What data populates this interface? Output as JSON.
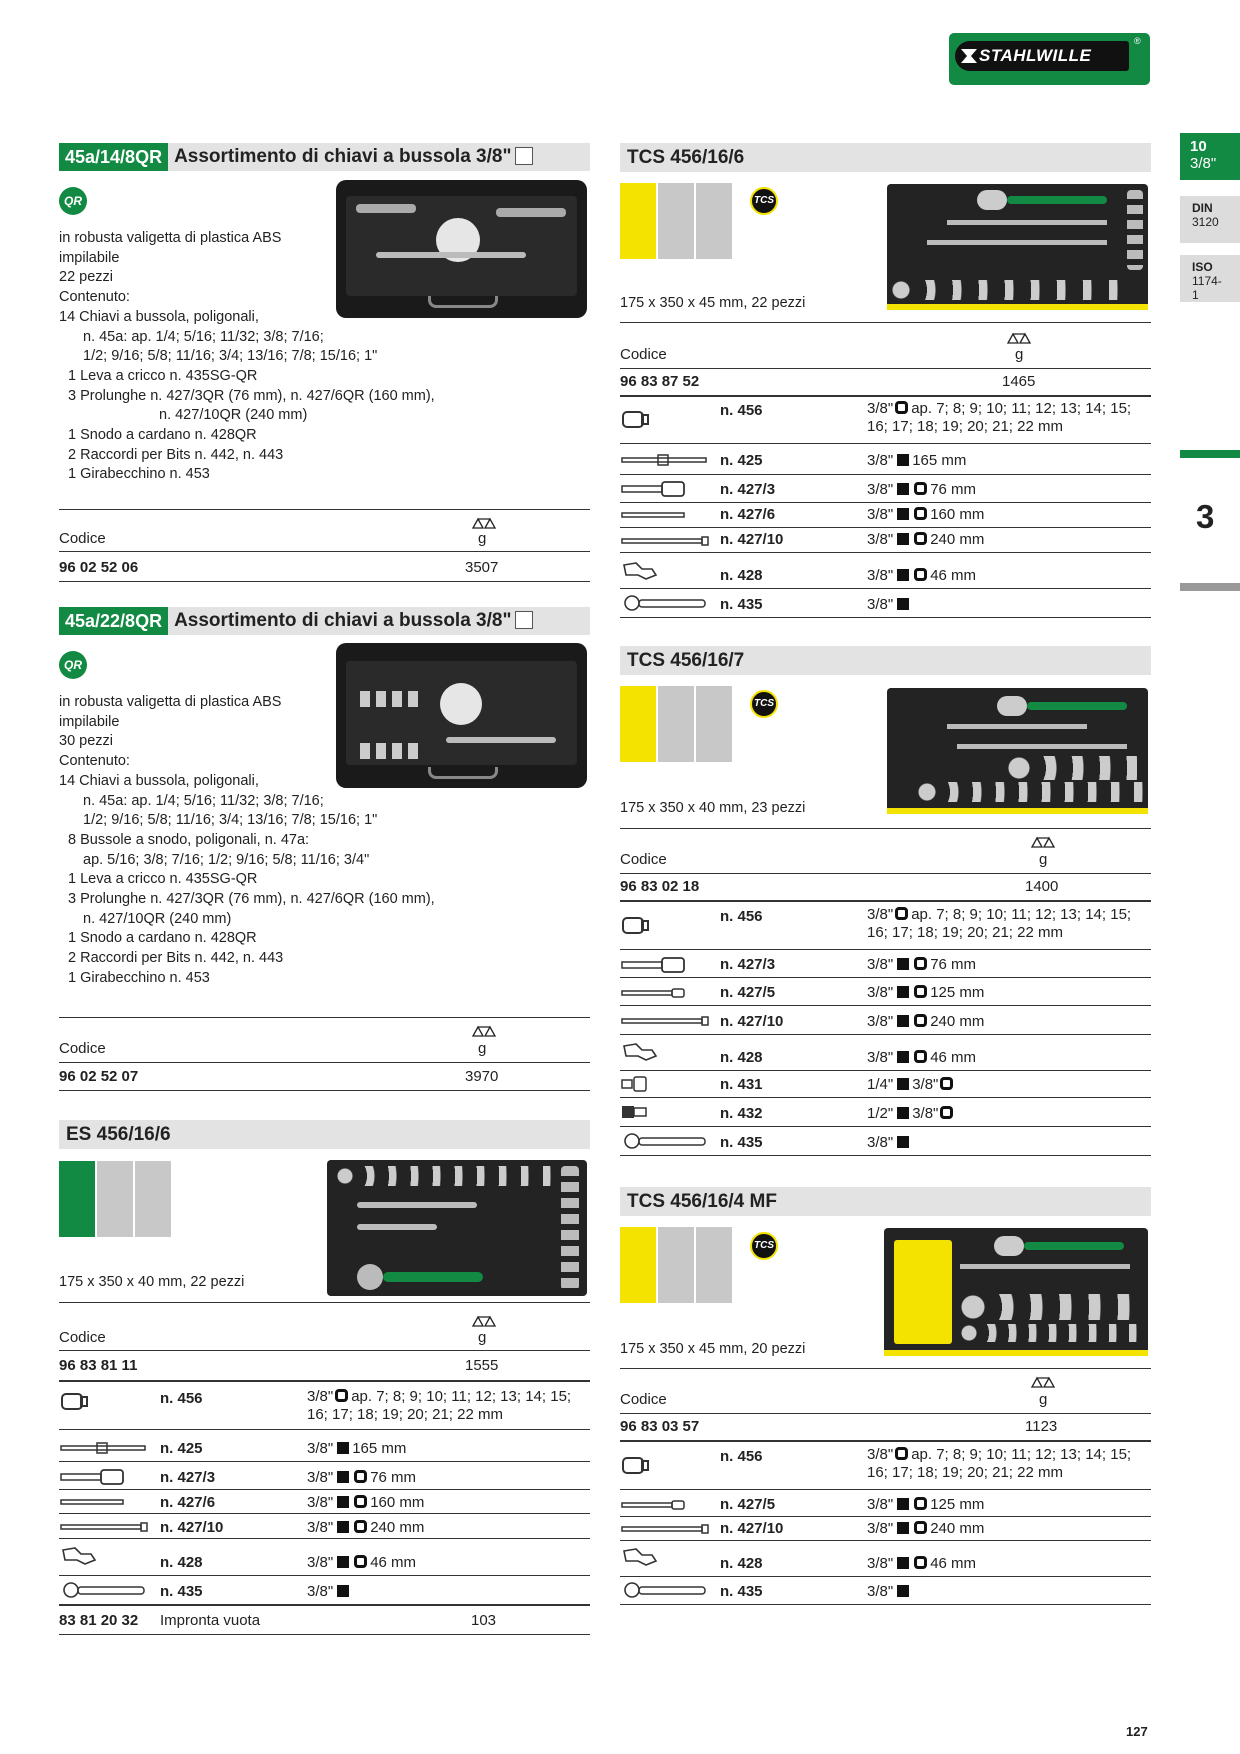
{
  "brand": {
    "logo_text": "STAHLWILLE",
    "registered": "®"
  },
  "side_tabs": [
    {
      "top": "10",
      "bottom": "3/8\""
    },
    {
      "top": "DIN",
      "bottom": "3120"
    },
    {
      "top": "ISO",
      "bottom": "1174-1"
    }
  ],
  "chapter": "3",
  "page_number": "127",
  "sec1": {
    "code": "45a/14/8QR",
    "title": "Assortimento di chiavi a bussola 3/8\"",
    "badge": "QR",
    "lines": [
      "in robusta valigetta di plastica ABS",
      "impilabile",
      "22 pezzi",
      "Contenuto:",
      "14 Chiavi a bussola, poligonali,",
      "n. 45a: ap. 1/4; 5/16; 11/32; 3/8; 7/16;",
      "1/2; 9/16; 5/8; 11/16; 3/4; 13/16; 7/8; 15/16; 1\"",
      "1 Leva a cricco n. 435SG-QR",
      "3 Prolunghe n. 427/3QR (76 mm), n. 427/6QR (160 mm),",
      "n. 427/10QR (240 mm)",
      "1 Snodo a cardano n. 428QR",
      "2 Raccordi per Bits n. 442, n. 443",
      "1 Girabecchino n. 453"
    ],
    "col_code": "Codice",
    "col_g": "g",
    "code_val": "96 02 52 06",
    "weight": "3507"
  },
  "sec2": {
    "code": "45a/22/8QR",
    "title": "Assortimento di chiavi a bussola 3/8\"",
    "badge": "QR",
    "lines": [
      "in robusta valigetta di plastica ABS",
      "impilabile",
      "30 pezzi",
      "Contenuto:",
      "14 Chiavi a bussola, poligonali,",
      "n. 45a: ap. 1/4; 5/16; 11/32; 3/8; 7/16;",
      "1/2; 9/16; 5/8; 11/16; 3/4; 13/16; 7/8; 15/16; 1\"",
      "8 Bussole a snodo, poligonali, n. 47a:",
      "ap. 5/16; 3/8; 7/16; 1/2; 9/16; 5/8; 11/16; 3/4\"",
      "1 Leva a cricco n. 435SG-QR",
      "3 Prolunghe n. 427/3QR (76 mm), n. 427/6QR (160 mm),",
      "n. 427/10QR (240 mm)",
      "1 Snodo a cardano n. 428QR",
      "2 Raccordi per Bits n. 442, n. 443",
      "1 Girabecchino n. 453"
    ],
    "col_code": "Codice",
    "col_g": "g",
    "code_val": "96 02 52 07",
    "weight": "3970"
  },
  "sec3": {
    "title": "ES 456/16/6",
    "dims": "175 x 350 x 40 mm, 22 pezzi",
    "col_code": "Codice",
    "col_g": "g",
    "code_val": "96 83 81 11",
    "weight": "1555",
    "rows": [
      {
        "n": "n. 456",
        "spec1": "ap. 7; 8; 9; 10; 11; 12; 13; 14; 15;",
        "spec2": "16; 17; 18; 19; 20; 21; 22 mm"
      },
      {
        "n": "n. 425",
        "spec": "165 mm"
      },
      {
        "n": "n. 427/3",
        "spec": "76 mm"
      },
      {
        "n": "n. 427/6",
        "spec": "160 mm"
      },
      {
        "n": "n. 427/10",
        "spec": "240 mm"
      },
      {
        "n": "n. 428",
        "spec": "46 mm"
      },
      {
        "n": "n. 435",
        "spec": ""
      }
    ],
    "empty_code": "83 81 20 32",
    "empty_label": "Impronta vuota",
    "empty_weight": "103",
    "colors": [
      "#138a43",
      "#c8c8c8",
      "#c8c8c8"
    ]
  },
  "sec4": {
    "title": "TCS 456/16/6",
    "dims": "175 x 350 x 45 mm, 22 pezzi",
    "badge": "TCS",
    "col_code": "Codice",
    "col_g": "g",
    "code_val": "96 83 87 52",
    "weight": "1465",
    "rows": [
      {
        "n": "n. 456",
        "spec1": "ap. 7; 8; 9; 10; 11; 12; 13; 14; 15;",
        "spec2": "16; 17; 18; 19; 20; 21; 22 mm"
      },
      {
        "n": "n. 425",
        "spec": "165 mm"
      },
      {
        "n": "n. 427/3",
        "spec": "76 mm"
      },
      {
        "n": "n. 427/6",
        "spec": "160 mm"
      },
      {
        "n": "n. 427/10",
        "spec": "240 mm"
      },
      {
        "n": "n. 428",
        "spec": "46 mm"
      },
      {
        "n": "n. 435",
        "spec": ""
      }
    ],
    "colors": [
      "#f4e200",
      "#c8c8c8",
      "#c8c8c8"
    ]
  },
  "sec5": {
    "title": "TCS 456/16/7",
    "dims": "175 x 350 x 40 mm, 23 pezzi",
    "badge": "TCS",
    "col_code": "Codice",
    "col_g": "g",
    "code_val": "96 83 02 18",
    "weight": "1400",
    "rows": [
      {
        "n": "n. 456",
        "spec1": "ap. 7; 8; 9; 10; 11; 12; 13; 14; 15;",
        "spec2": "16; 17; 18; 19; 20; 21; 22 mm"
      },
      {
        "n": "n. 427/3",
        "spec": "76 mm"
      },
      {
        "n": "n. 427/5",
        "spec": "125 mm"
      },
      {
        "n": "n. 427/10",
        "spec": "240 mm"
      },
      {
        "n": "n. 428",
        "spec": "46 mm"
      },
      {
        "n": "n. 431"
      },
      {
        "n": "n. 432"
      },
      {
        "n": "n. 435"
      }
    ],
    "colors": [
      "#f4e200",
      "#c8c8c8",
      "#c8c8c8"
    ]
  },
  "sec6": {
    "title": "TCS 456/16/4 MF",
    "dims": "175 x 350 x 45 mm, 20 pezzi",
    "badge": "TCS",
    "col_code": "Codice",
    "col_g": "g",
    "code_val": "96 83 03 57",
    "weight": "1123",
    "rows": [
      {
        "n": "n. 456",
        "spec1": "ap. 7; 8; 9; 10; 11; 12; 13; 14; 15;",
        "spec2": "16; 17; 18; 19; 20; 21; 22 mm"
      },
      {
        "n": "n. 427/5",
        "spec": "125 mm"
      },
      {
        "n": "n. 427/10",
        "spec": "240 mm"
      },
      {
        "n": "n. 428",
        "spec": "46 mm"
      },
      {
        "n": "n. 435"
      }
    ],
    "colors": [
      "#f4e200",
      "#c8c8c8",
      "#c8c8c8"
    ]
  }
}
